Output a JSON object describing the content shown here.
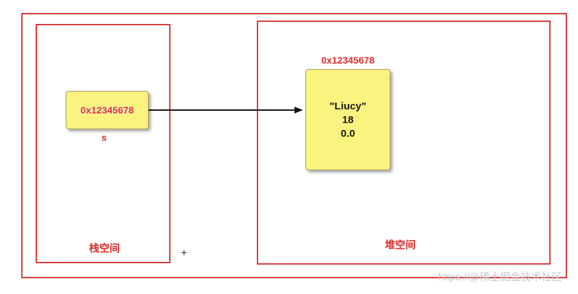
{
  "stack": {
    "zone_label": "栈空间",
    "reference_value": "0x12345678",
    "variable_name": "s"
  },
  "heap": {
    "zone_label": "堆空间",
    "object_address": "0x12345678",
    "fields": [
      "\"Liucy\"",
      "18",
      "0.0"
    ]
  },
  "misc": {
    "plus_sign": "+",
    "watermark": "https://@稀土掘金技术社区"
  },
  "colors": {
    "frame": "#d93a3a",
    "label": "#e02b2b",
    "note_fill": "#fbf37f"
  }
}
